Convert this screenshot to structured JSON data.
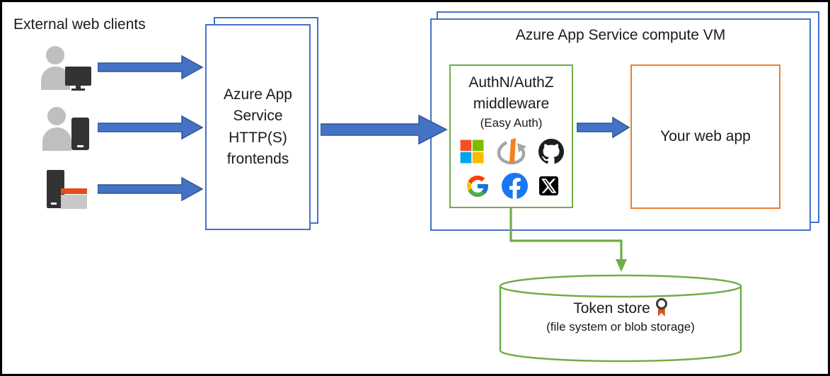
{
  "title": "External web clients",
  "clients": [
    {
      "name": "user with desktop"
    },
    {
      "name": "user with mobile phone"
    },
    {
      "name": "device with app"
    }
  ],
  "frontends_box": {
    "label": "Azure App\nService\nHTTP(S)\nfrontends"
  },
  "compute_vm_box": {
    "title": "Azure App Service compute VM"
  },
  "middleware_box": {
    "title": "AuthN/AuthZ\nmiddleware",
    "subtitle": "(Easy Auth)",
    "providers": [
      "Microsoft",
      "OpenID Connect",
      "GitHub",
      "Google",
      "Facebook",
      "X"
    ]
  },
  "web_app_box": {
    "label": "Your web app"
  },
  "token_store": {
    "title": "Token store",
    "subtitle": "(file system or blob storage)",
    "badge_icon": "certificate-badge-icon"
  },
  "colors": {
    "arrow_blue_fill": "#4472C4",
    "arrow_blue_stroke": "#2E5597",
    "box_blue": "#4472C4",
    "green": "#70AD47",
    "orange": "#ED7D31",
    "person_gray": "#BFBFBF",
    "device_dark": "#333333",
    "ribbon_orange": "#D9531E"
  }
}
